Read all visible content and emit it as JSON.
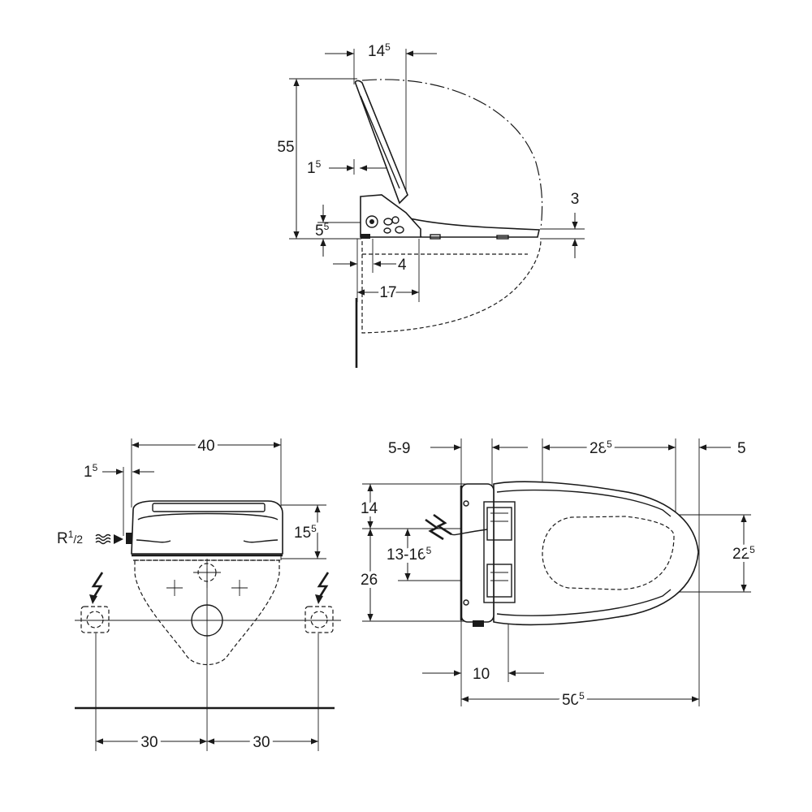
{
  "side_view": {
    "dim_top_width": {
      "base": "14",
      "sup": "5"
    },
    "dim_height": {
      "base": "55"
    },
    "dim_wall_gap": {
      "base": "1",
      "sup": "5"
    },
    "dim_lift": {
      "base": "3"
    },
    "dim_base_height": {
      "base": "5",
      "sup": "5"
    },
    "dim_offset": {
      "base": "4"
    },
    "dim_depth": {
      "base": "17"
    }
  },
  "front_view": {
    "dim_width": {
      "base": "40"
    },
    "dim_side_gap": {
      "base": "1",
      "sup": "5"
    },
    "dim_height": {
      "base": "15",
      "sup": "5"
    },
    "inlet_label": {
      "base": "R",
      "sup": "1",
      "tail": "/2"
    },
    "dim_left_spacing": {
      "base": "30"
    },
    "dim_right_spacing": {
      "base": "30"
    }
  },
  "top_view": {
    "dim_wall_range": {
      "base": "5-9"
    },
    "dim_seat_span": {
      "base": "28",
      "sup": "5"
    },
    "dim_front_gap": {
      "base": "5"
    },
    "dim_upper": {
      "base": "14"
    },
    "dim_outlet_range": {
      "base": "13-16",
      "sup": "5"
    },
    "dim_lower": {
      "base": "26"
    },
    "dim_seat_width": {
      "base": "22",
      "sup": "5"
    },
    "dim_base_offset": {
      "base": "10"
    },
    "dim_total_length": {
      "base": "50",
      "sup": "5"
    }
  },
  "icons": [
    "electric-connection-icon",
    "water-inlet-icon"
  ]
}
